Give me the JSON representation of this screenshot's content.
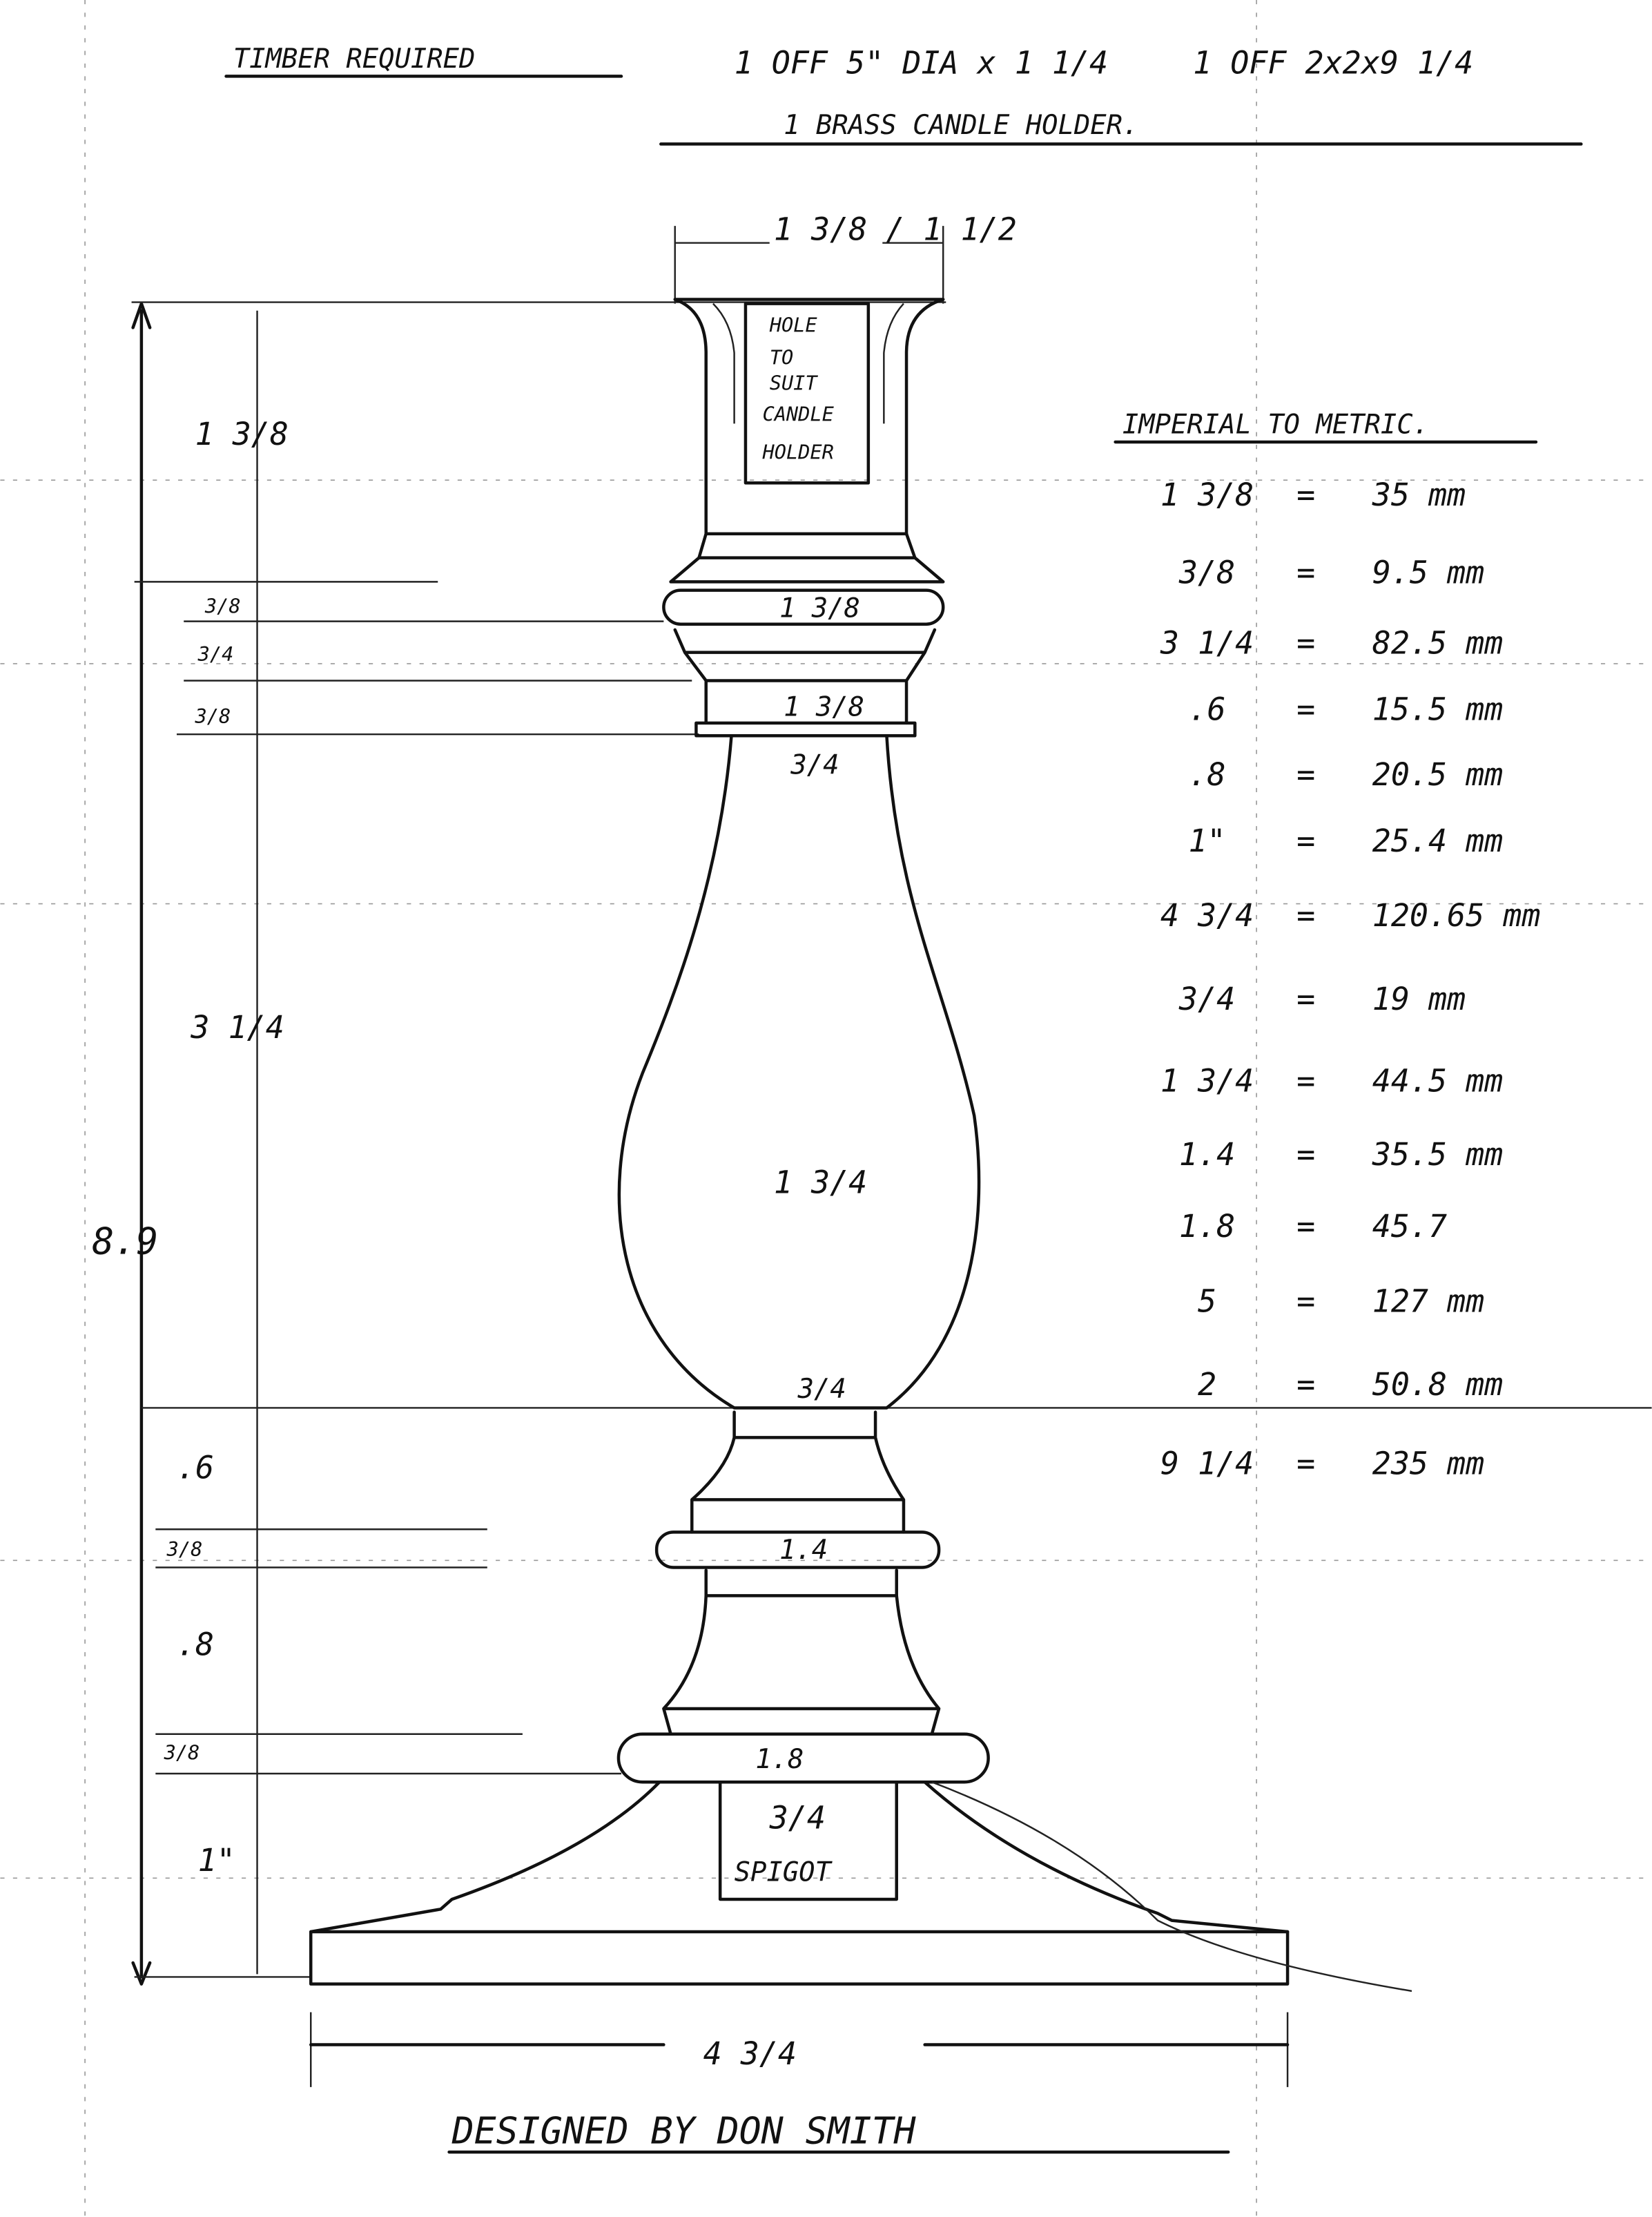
{
  "header": {
    "timber_label": "TIMBER REQUIRED",
    "timber_item_1": "1 OFF 5\" DIA x 1 1/4",
    "timber_item_2": "1 OFF 2x2x9 1/4",
    "holder_item": "1 BRASS CANDLE HOLDER."
  },
  "drawing": {
    "top_width": "1 3/8 / 1 1/2",
    "hole_text": [
      "HOLE",
      "TO",
      "SUIT",
      "CANDLE",
      "HOLDER"
    ],
    "bead1_label": "1 3/8",
    "collar_label": "1 3/8",
    "bulb_top_label": "3/4",
    "bulb_label": "1 3/4",
    "bulb_bottom_label": "3/4",
    "bead2_label": "1.4",
    "bead3_label": "1.8",
    "spigot_size": "3/4",
    "spigot_label": "SPIGOT",
    "base_width": "4 3/4",
    "overall_height": "8.9",
    "height_dims": [
      "1 3/8",
      "3/8",
      "3/4",
      "3/8",
      "3 1/4",
      ".6",
      "3/8",
      ".8",
      "3/8",
      "1\""
    ]
  },
  "conversion_table": {
    "title": "IMPERIAL TO METRIC.",
    "rows": [
      {
        "imperial": "1 3/8",
        "metric": "35 mm"
      },
      {
        "imperial": "3/8",
        "metric": "9.5 mm"
      },
      {
        "imperial": "3 1/4",
        "metric": "82.5 mm"
      },
      {
        "imperial": ".6",
        "metric": "15.5 mm"
      },
      {
        "imperial": ".8",
        "metric": "20.5 mm"
      },
      {
        "imperial": "1\"",
        "metric": "25.4 mm"
      },
      {
        "imperial": "4 3/4",
        "metric": "120.65 mm"
      },
      {
        "imperial": "3/4",
        "metric": "19 mm"
      },
      {
        "imperial": "1 3/4",
        "metric": "44.5 mm"
      },
      {
        "imperial": "1.4",
        "metric": "35.5 mm"
      },
      {
        "imperial": "1.8",
        "metric": "45.7"
      },
      {
        "imperial": "5",
        "metric": "127 mm"
      },
      {
        "imperial": "2",
        "metric": "50.8 mm"
      },
      {
        "imperial": "9 1/4",
        "metric": "235 mm"
      }
    ],
    "equals": "="
  },
  "footer": {
    "designer": "DESIGNED BY DON SMITH"
  }
}
